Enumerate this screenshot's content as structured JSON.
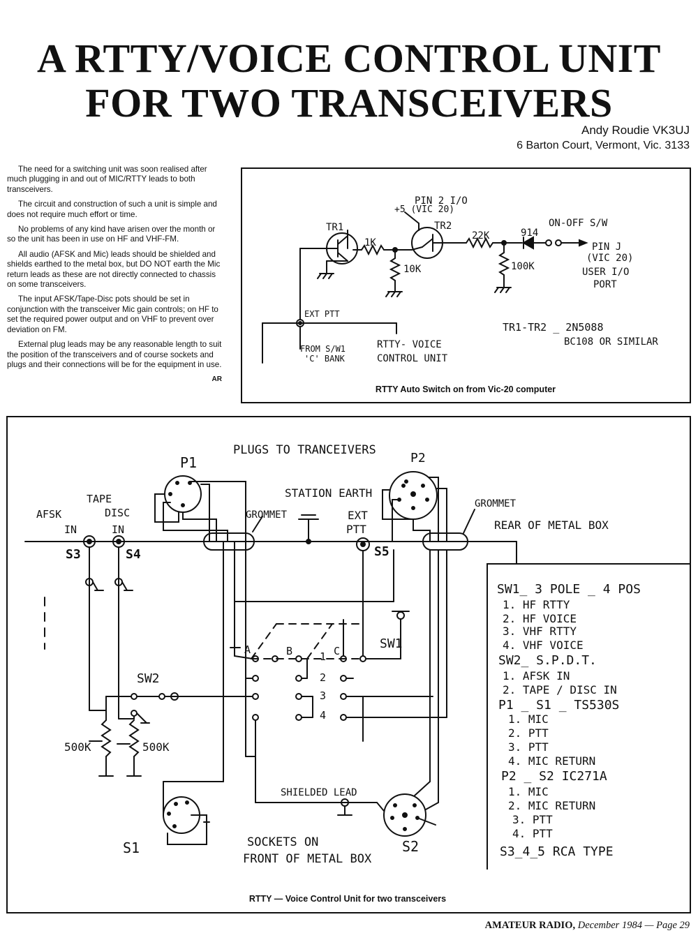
{
  "article": {
    "title_line1": "A RTTY/VOICE CONTROL UNIT",
    "title_line2": "FOR TWO TRANSCEIVERS",
    "author": "Andy Roudie VK3UJ",
    "address": "6 Barton Court, Vermont, Vic. 3133",
    "paragraphs": [
      "The need for a switching unit was soon realised after much plugging in and out of MIC/RTTY leads to both transceivers.",
      "The circuit and construction of such a unit is simple and does not require much effort or time.",
      "No problems of any kind have arisen over the month or so the unit has been in use on HF and VHF-FM.",
      "All audio (AFSK and Mic) leads should be shielded and shields earthed to the metal box, but DO NOT earth the Mic return leads as these are not directly connected to chassis on some transceivers.",
      "The input AFSK/Tape-Disc pots should be set in conjunction with the transceiver Mic gain controls; on HF to set the required power output and on VHF to prevent over deviation on FM.",
      "External plug leads may be any reasonable length to suit the position of the transceivers and of course sockets and plugs and their connections will be for the equipment in use."
    ],
    "end_mark": "AR"
  },
  "fig1": {
    "caption": "RTTY Auto Switch on from Vic-20 computer",
    "pin2_label_a": "PIN 2 I/O",
    "pin2_label_b": "+5 (VIC 20)",
    "tr1": "TR1",
    "tr2": "TR2",
    "r1": "1K",
    "r2": "10K",
    "r3": "22K",
    "r4": "100K",
    "diode": "914",
    "onoff": "ON-OFF S/W",
    "pinj_1": "PIN J",
    "pinj_2": "(VIC 20)",
    "pinj_3": "USER I/O",
    "pinj_4": "PORT",
    "ext_ptt": "EXT PTT",
    "from_sw": "FROM S/W1",
    "c_bank": "'C' BANK",
    "unit_1": "RTTY- VOICE",
    "unit_2": "CONTROL UNIT",
    "tr_type_1": "TR1-TR2 _ 2N5088",
    "tr_type_2": "BC108 OR SIMILAR"
  },
  "fig2": {
    "caption": "RTTY — Voice Control Unit for two transceivers",
    "plugs_title": "PLUGS TO TRANCEIVERS",
    "p1": "P1",
    "p2": "P2",
    "s1": "S1",
    "s2": "S2",
    "station_earth": "STATION EARTH",
    "grommet_l": "GROMMET",
    "grommet_r": "GROMMET",
    "rear": "REAR OF METAL BOX",
    "afsk": "AFSK",
    "afsk_in": "IN",
    "tape": "TAPE",
    "disc": "DISC",
    "tape_in": "IN",
    "ext": "EXT",
    "ptt": "PTT",
    "s3": "S3",
    "s4": "S4",
    "s5": "S5",
    "sw1": "SW1",
    "sw2": "SW2",
    "pot_l": "500K",
    "pot_r": "500K",
    "shielded": "SHIELDED LEAD",
    "front_1": "SOCKETS ON",
    "front_2": "FRONT OF METAL BOX",
    "bank_a": "A",
    "bank_b": "B",
    "bank_c": "C",
    "pos": [
      "1",
      "2",
      "3",
      "4"
    ]
  },
  "legend": {
    "lines": [
      "SW1_ 3 POLE _ 4 POS",
      "1. HF RTTY",
      "2. HF VOICE",
      "3. VHF RTTY",
      "4. VHF VOICE",
      "SW2_ S.P.D.T.",
      "1. AFSK IN",
      "2. TAPE / DISC IN",
      "P1 _ S1 _ TS530S",
      "1. MIC",
      "2. PTT",
      "3. PTT",
      "4. MIC RETURN",
      "P2 _ S2 IC271A",
      "1. MIC",
      "2. MIC RETURN",
      "3. PTT",
      "4. PTT",
      "S3_4_5 RCA TYPE"
    ]
  },
  "footer": {
    "publication": "AMATEUR RADIO,",
    "date_page": "December 1984 — Page 29"
  }
}
